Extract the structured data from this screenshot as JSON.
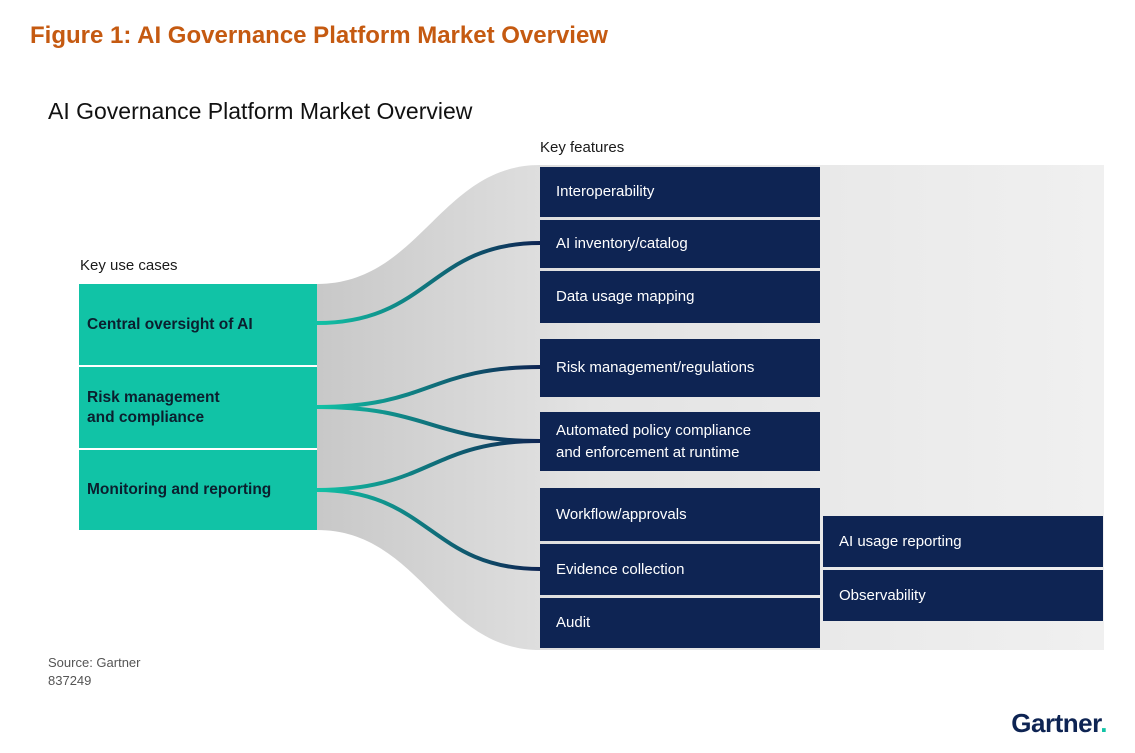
{
  "figure_title": "Figure 1: AI Governance Platform Market Overview",
  "diagram_title": "AI Governance Platform Market Overview",
  "use_cases_label": "Key use cases",
  "features_label": "Key features",
  "use_cases": [
    "Central oversight of AI",
    "Risk management\nand compliance",
    "Monitoring and reporting"
  ],
  "features": [
    "Interoperability",
    "AI inventory/catalog",
    "Data usage mapping",
    "Risk management/regulations",
    "Automated policy compliance\nand enforcement at runtime",
    "Workflow/approvals",
    "Evidence collection",
    "Audit"
  ],
  "sub_features": [
    "AI usage reporting",
    "Observability"
  ],
  "links": [
    {
      "from": "Central oversight of AI",
      "to": "AI inventory/catalog"
    },
    {
      "from": "Risk management and compliance",
      "to": "Risk management/regulations"
    },
    {
      "from": "Risk management and compliance",
      "to": "Automated policy compliance and enforcement at runtime"
    },
    {
      "from": "Monitoring and reporting",
      "to": "Automated policy compliance and enforcement at runtime"
    },
    {
      "from": "Monitoring and reporting",
      "to": "Evidence collection"
    }
  ],
  "source": "Source: Gartner",
  "figure_id": "837249",
  "brand": "Gartner",
  "colors": {
    "figure_title": "#c55a11",
    "use_case_fill": "#11c3a6",
    "feature_fill": "#0e2453",
    "band_fill": "#e6e6e6",
    "link_start": "#11c3a6",
    "link_end": "#0e2453"
  }
}
